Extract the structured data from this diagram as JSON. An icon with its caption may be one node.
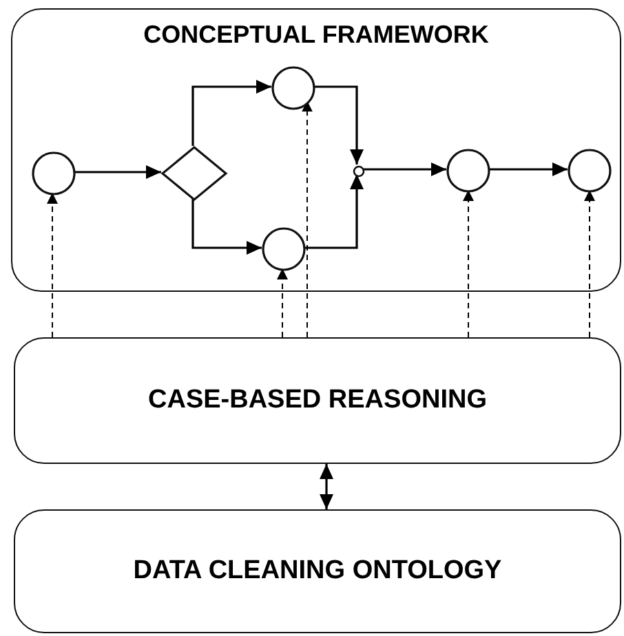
{
  "diagram": {
    "nodes": [
      {
        "text": [
          "CONCEPTUAL FRAMEWORK"
        ]
      },
      {
        "text": [],
        "shape": "circle",
        "in": 0
      },
      {
        "text": [],
        "shape": "diamond",
        "in": 0
      },
      {
        "text": [],
        "shape": "circle",
        "in": 0
      },
      {
        "text": [],
        "shape": "circle",
        "in": 0
      },
      {
        "text": [],
        "shape": "circle",
        "in": 0
      },
      {
        "text": [],
        "shape": "circle",
        "in": 0
      },
      {
        "text": [],
        "shape": "circle",
        "in": 0
      },
      {
        "text": [
          "CASE-BASED REASONING"
        ]
      },
      {
        "text": [
          "DATA CLEANING ONTOLOGY"
        ]
      }
    ],
    "edges": [
      {
        "from": 1,
        "to": 2,
        "arrow": "to"
      },
      {
        "from": 2,
        "to": 3,
        "arrow": "to"
      },
      {
        "from": 2,
        "to": 4,
        "arrow": "to"
      },
      {
        "from": 3,
        "to": 5,
        "arrow": "to"
      },
      {
        "from": 4,
        "to": 5,
        "arrow": "to"
      },
      {
        "from": 5,
        "to": 6,
        "arrow": "to"
      },
      {
        "from": 6,
        "to": 7,
        "arrow": "to"
      },
      {
        "from": 8,
        "to": 1,
        "arrow": "to",
        "style": "dashed"
      },
      {
        "from": 8,
        "to": 4,
        "arrow": "to",
        "style": "dashed"
      },
      {
        "from": 8,
        "to": 3,
        "arrow": "to",
        "style": "dashed"
      },
      {
        "from": 8,
        "to": 6,
        "arrow": "to",
        "style": "dashed"
      },
      {
        "from": 8,
        "to": 7,
        "arrow": "to",
        "style": "dashed"
      },
      {
        "from": 8,
        "to": 9,
        "arrow": "both"
      }
    ]
  }
}
